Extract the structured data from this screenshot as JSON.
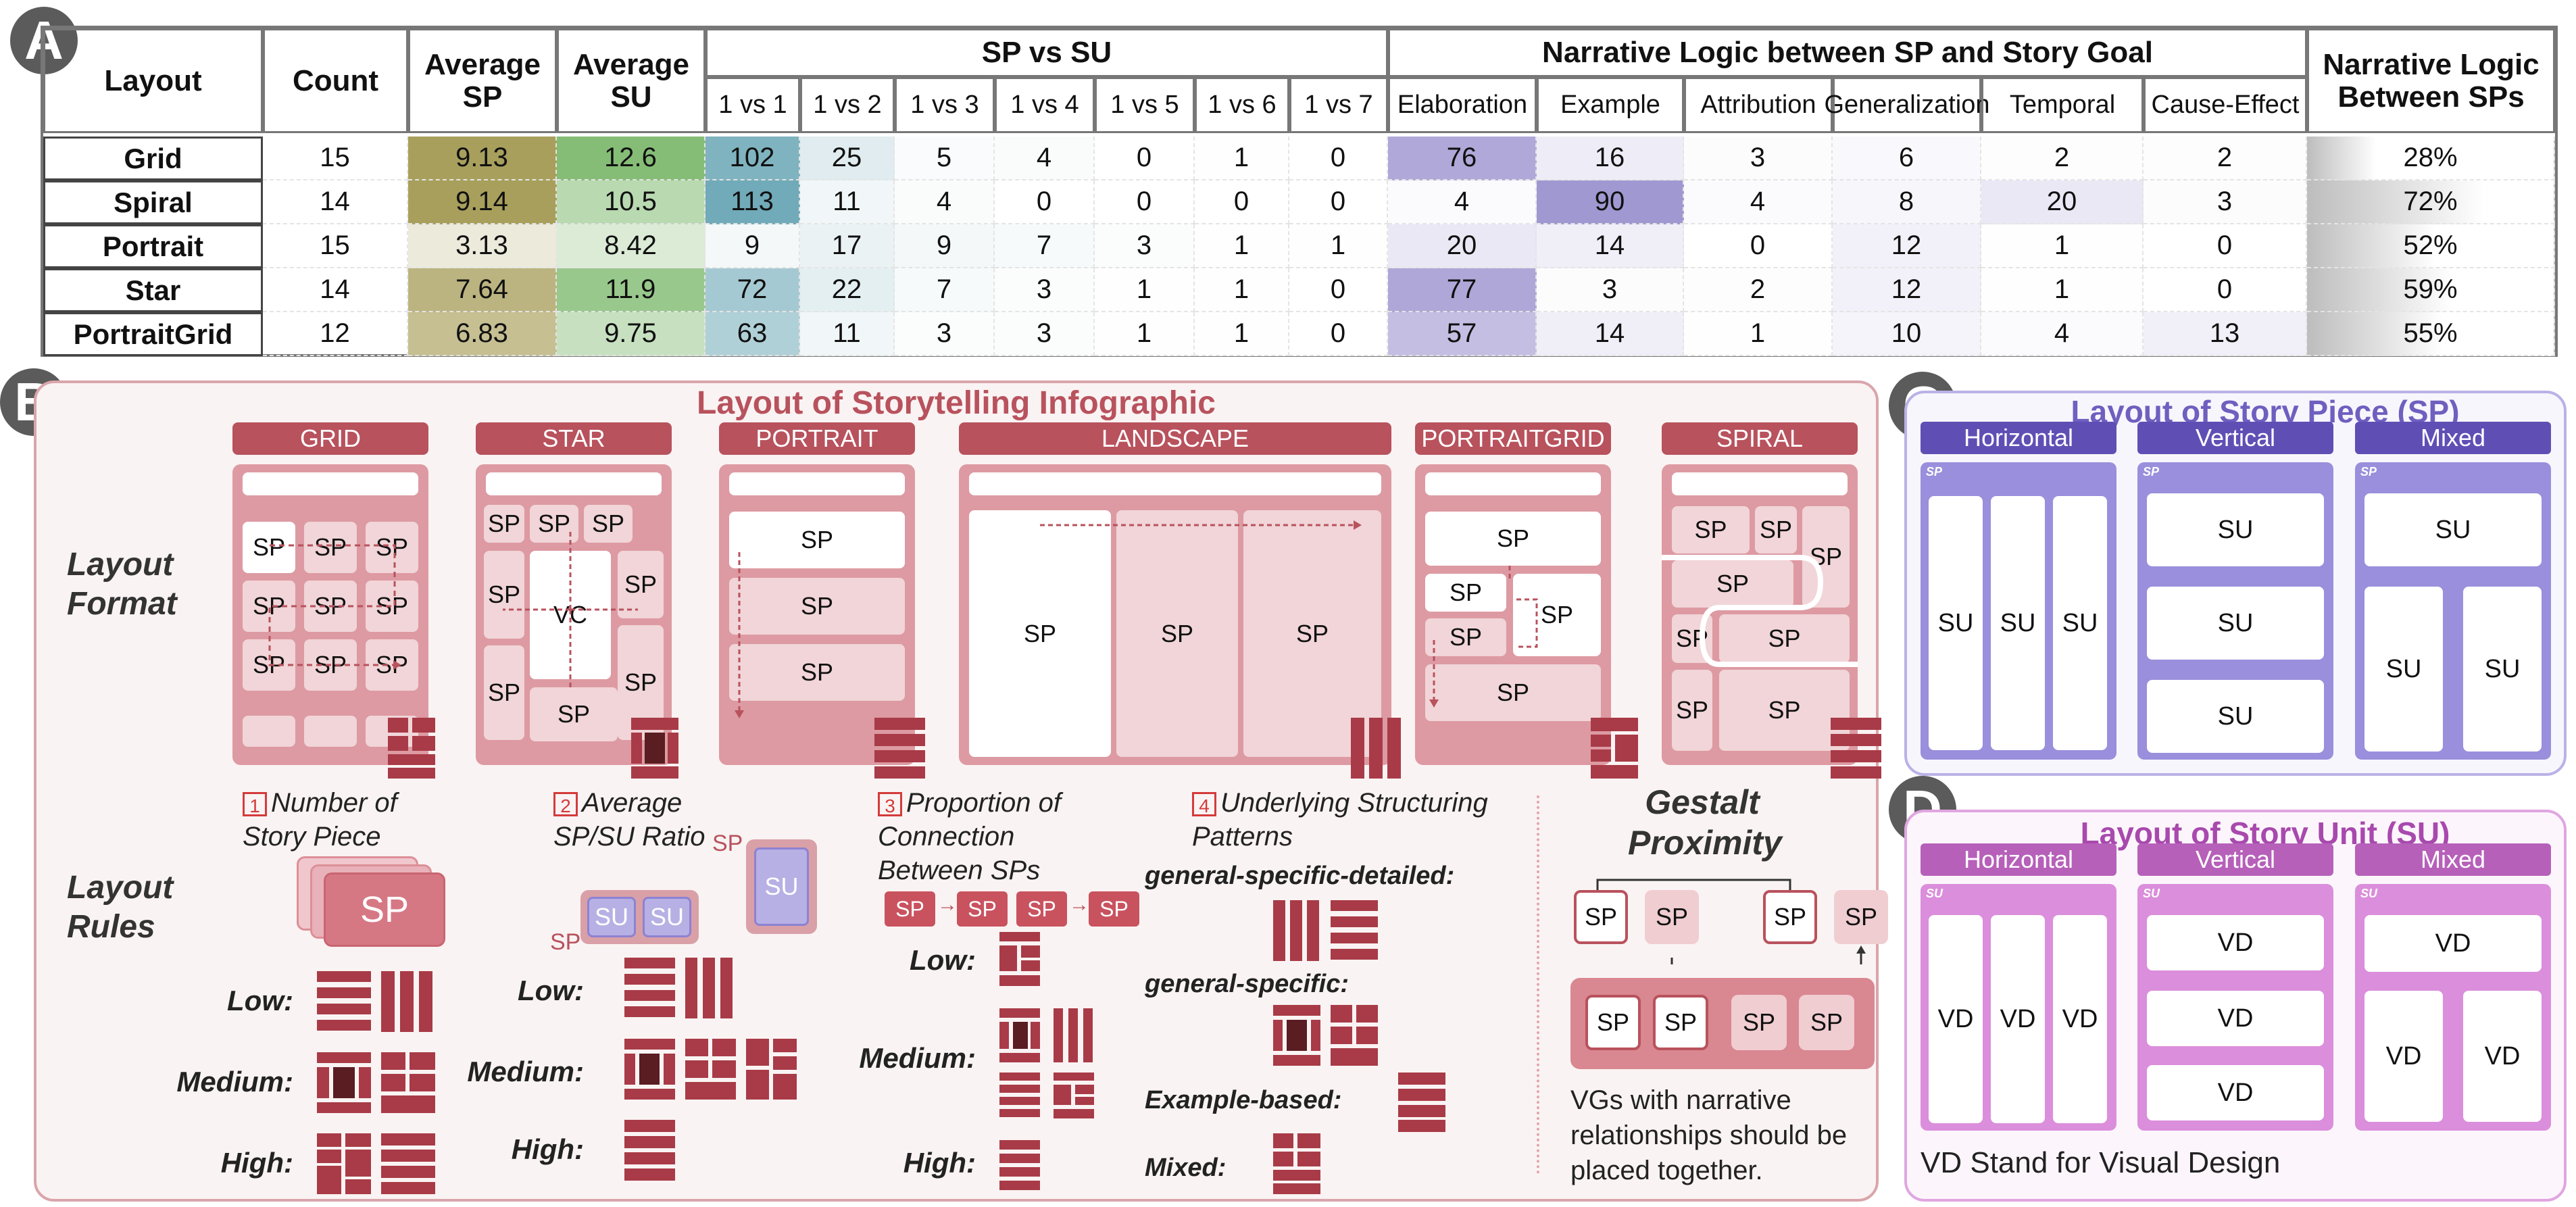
{
  "panel_labels": {
    "a": "A",
    "b": "B",
    "c": "C",
    "d": "D"
  },
  "table": {
    "headers": {
      "layout": "Layout",
      "count": "Count",
      "avg_sp": "Average SP",
      "avg_su": "Average SU",
      "sp_vs_su": "SP vs SU",
      "narrative_goal": "Narrative Logic between SP and Story Goal",
      "narrative_between": "Narrative Logic Between SPs"
    },
    "sp_vs_su_cols": [
      "1 vs 1",
      "1 vs 2",
      "1 vs 3",
      "1 vs 4",
      "1 vs 5",
      "1 vs 6",
      "1 vs 7"
    ],
    "narrative_cols": [
      "Elaboration",
      "Example",
      "Attribution",
      "Generalization",
      "Temporal",
      "Cause-Effect"
    ],
    "rows": [
      {
        "layout": "Grid",
        "count": "15",
        "avg_sp": "9.13",
        "avg_su": "12.6",
        "spsu": [
          "102",
          "25",
          "5",
          "4",
          "0",
          "1",
          "0"
        ],
        "narr": [
          "76",
          "16",
          "3",
          "6",
          "2",
          "2"
        ],
        "between": "28%",
        "between_pct": 28
      },
      {
        "layout": "Spiral",
        "count": "14",
        "avg_sp": "9.14",
        "avg_su": "10.5",
        "spsu": [
          "113",
          "11",
          "4",
          "0",
          "0",
          "0",
          "0"
        ],
        "narr": [
          "4",
          "90",
          "4",
          "8",
          "20",
          "3"
        ],
        "between": "72%",
        "between_pct": 72
      },
      {
        "layout": "Portrait",
        "count": "15",
        "avg_sp": "3.13",
        "avg_su": "8.42",
        "spsu": [
          "9",
          "17",
          "9",
          "7",
          "3",
          "1",
          "1"
        ],
        "narr": [
          "20",
          "14",
          "0",
          "12",
          "1",
          "0"
        ],
        "between": "52%",
        "between_pct": 52
      },
      {
        "layout": "Star",
        "count": "14",
        "avg_sp": "7.64",
        "avg_su": "11.9",
        "spsu": [
          "72",
          "22",
          "7",
          "3",
          "1",
          "1",
          "0"
        ],
        "narr": [
          "77",
          "3",
          "2",
          "12",
          "1",
          "0"
        ],
        "between": "59%",
        "between_pct": 59
      },
      {
        "layout": "PortraitGrid",
        "count": "12",
        "avg_sp": "6.83",
        "avg_su": "9.75",
        "spsu": [
          "63",
          "11",
          "3",
          "3",
          "1",
          "1",
          "0"
        ],
        "narr": [
          "57",
          "14",
          "1",
          "10",
          "4",
          "13"
        ],
        "between": "55%",
        "between_pct": 55
      }
    ]
  },
  "panel_b": {
    "title": "Layout of Storytelling Infographic",
    "layout_headers": [
      "GRID",
      "STAR",
      "PORTRAIT",
      "LANDSCAPE",
      "PORTRAITGRID",
      "SPIRAL"
    ],
    "row_label_format": "Layout Format",
    "row_label_rules": "Layout Rules",
    "sp": "SP",
    "vc": "VC",
    "su": "SU",
    "rule_nums": [
      "1",
      "2",
      "3",
      "4"
    ],
    "rule1": "Number of Story Piece",
    "rule2": "Average SP/SU Ratio",
    "rule3": "Proportion of Connection Between SPs",
    "rule4": "Underlying Structuring Patterns",
    "levels": {
      "low": "Low:",
      "medium": "Medium:",
      "high": "High:"
    },
    "patterns": {
      "gsd": "general-specific-detailed:",
      "gs": "general-specific:",
      "eb": "Example-based:",
      "mixed": "Mixed:"
    },
    "gestalt_title": "Gestalt Proximity",
    "gestalt_text": "VGs with narrative relationships should be placed together."
  },
  "panel_c": {
    "title": "Layout of Story Piece (SP)",
    "headers": [
      "Horizontal",
      "Vertical",
      "Mixed"
    ],
    "corner": "SP",
    "unit": "SU"
  },
  "panel_d": {
    "title": "Layout of Story Unit (SU)",
    "headers": [
      "Horizontal",
      "Vertical",
      "Mixed"
    ],
    "corner": "SU",
    "unit": "VD",
    "footer": "VD Stand for Visual Design"
  },
  "colors": {
    "table_sp": "#a39a53",
    "table_su": "#7fba6f",
    "table_spsu": "#6aa6b4",
    "table_narr": "#9b93cf",
    "panel_b_red": "#b8525d",
    "panel_c_purple": "#6f5fbf",
    "panel_d_magenta": "#b260b6"
  }
}
